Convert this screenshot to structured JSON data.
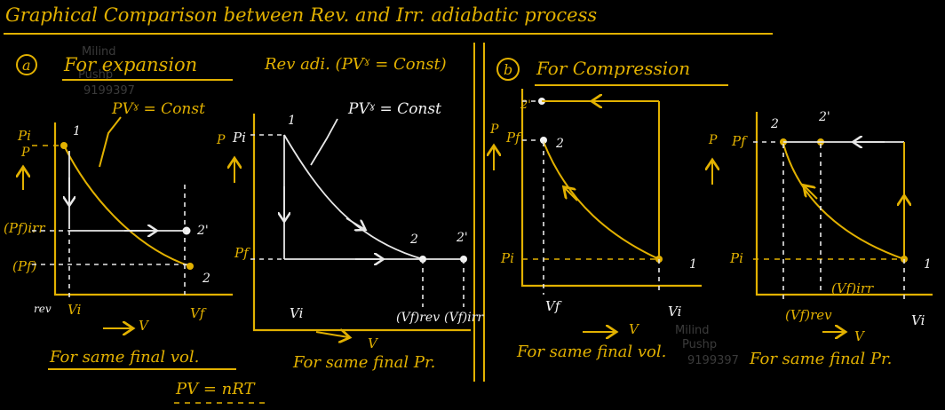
{
  "title": "Graphical Comparison between Rev. and Irr. adiabatic process",
  "watermark": {
    "name": "Milind",
    "sub": "Pushp",
    "phone": "9199397"
  },
  "part_a": {
    "label": "a",
    "heading": "For expansion",
    "rev_note": "Rev adi. (PVˠ = Const)",
    "g1": {
      "curve_label": "PVˠ = Const",
      "p_i": "Pi",
      "p": "P",
      "pf_irr": "(Pf)irr",
      "pf": "(Pf)",
      "pt1": "1",
      "pt2p": "2'",
      "pt2": "2",
      "v_i": "Vi",
      "v_f": "Vf",
      "rev": "rev",
      "v": "V",
      "caption": "For same final vol.",
      "eq": "PV = nRT"
    },
    "g2": {
      "p_label": "P",
      "p_i": "Pi",
      "pt1": "1",
      "curve_label": "PVˠ = Const",
      "p_f": "Pf",
      "pt2": "2",
      "pt2p": "2'",
      "v_i": "Vi",
      "vf_rev": "(Vf)rev",
      "vf_irr": "(Vf)irr",
      "v": "V",
      "caption": "For same final Pr."
    }
  },
  "part_b": {
    "label": "b",
    "heading": "For Compression",
    "g3": {
      "p": "P",
      "p_f": "Pf",
      "pt2p": "2'",
      "pt2": "2",
      "p_i": "Pi",
      "pt1": "1",
      "v_f": "Vf",
      "v_i": "Vi",
      "v": "V",
      "caption": "For same final vol."
    },
    "g4": {
      "p": "P",
      "p_f": "Pf",
      "pt2": "2",
      "pt2p": "2'",
      "p_i": "Pi",
      "pt1": "1",
      "vf_irr": "(Vf)irr",
      "vf_rev": "(Vf)rev",
      "v": "V",
      "v_i": "Vi",
      "caption": "For same final Pr."
    }
  }
}
